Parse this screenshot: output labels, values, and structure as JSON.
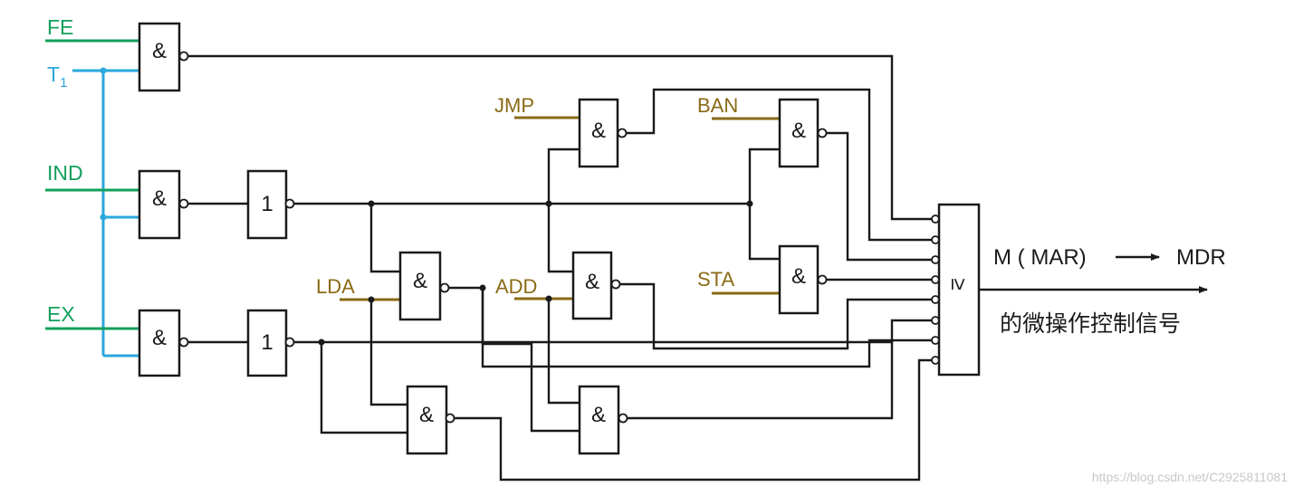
{
  "inputs": {
    "fe": "FE",
    "t1_main": "T",
    "t1_sub": "1",
    "ind": "IND",
    "ex": "EX"
  },
  "opcodes": {
    "jmp": "JMP",
    "ban": "BAN",
    "lda": "LDA",
    "add": "ADD",
    "sta": "STA"
  },
  "gate_symbols": {
    "and": "&",
    "not": "1",
    "or": "≥"
  },
  "output": {
    "signal": "M ( MAR)",
    "target": "MDR",
    "caption": "的微操作控制信号"
  },
  "watermark": "https://blog.csdn.net/C2925811081",
  "colors": {
    "wire": "#1a1a1a",
    "timing": "#2aa7dc",
    "state": "#12a05c",
    "opcode": "#8a6a16"
  }
}
